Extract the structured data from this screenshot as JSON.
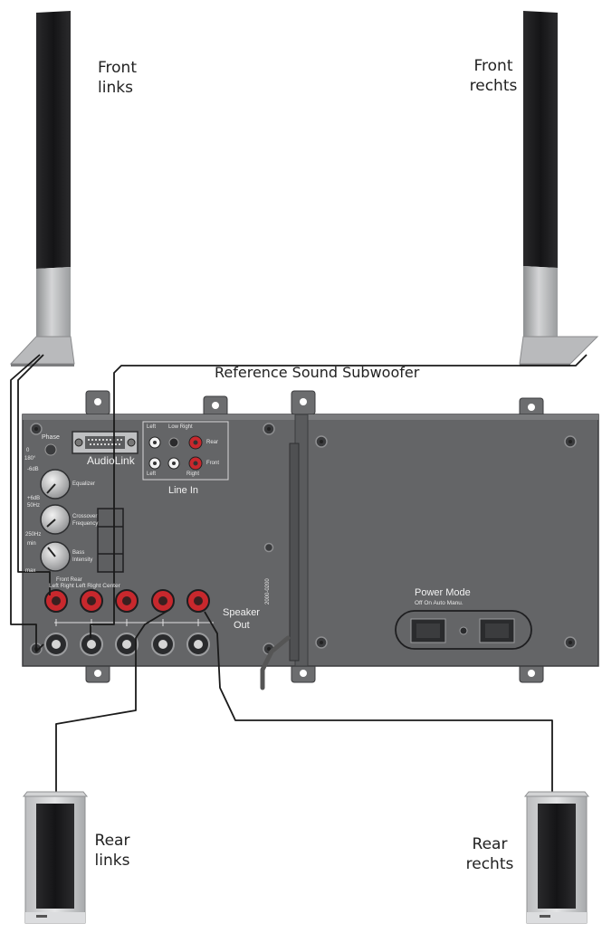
{
  "speakers": {
    "front_left": {
      "line1": "Front",
      "line2": "links"
    },
    "front_right": {
      "line1": "Front",
      "line2": "rechts"
    },
    "rear_left": {
      "line1": "Rear",
      "line2": "links"
    },
    "rear_right": {
      "line1": "Rear",
      "line2": "rechts"
    }
  },
  "subwoofer": {
    "title": "Reference Sound Subwoofer",
    "panel": {
      "phase_label": "Phase",
      "phase_0": "0",
      "phase_180": "180°",
      "audiolink": "AudioLink",
      "line_in": "Line In",
      "low_right": "Low Right",
      "left_top": "Left",
      "left_bottom": "Left",
      "right": "Right",
      "rear": "Rear",
      "front": "Front",
      "equalizer": "Equalizer",
      "crossover": "Crossover",
      "frequency": "Frequency",
      "bass": "Bass",
      "intensity": "Intensity",
      "db_minus": "-6dB",
      "db_plus": "+6dB",
      "hz_50": "50Hz",
      "hz_250": "250Hz",
      "min": "min",
      "max": "max",
      "front_rear": "Front    Rear",
      "lr_lr_center": "Left Right Left Right Center",
      "speaker_out_1": "Speaker",
      "speaker_out_2": "Out",
      "power_mode": "Power Mode",
      "power_options": "Off  On  Auto  Manu.",
      "serial": "2000-0200"
    }
  },
  "colors": {
    "panel": "#666769",
    "panel_dark": "#4d4e50",
    "jack_red": "#c8282d",
    "cable": "#1a1a1a",
    "speaker_black": "#1d1d1f",
    "speaker_grey": "#a9abad"
  }
}
